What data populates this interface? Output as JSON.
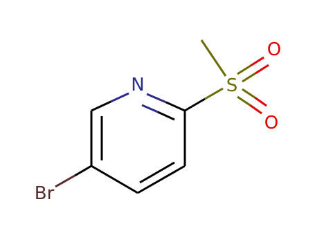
{
  "molecule": {
    "atoms": {
      "nitrogen": "N",
      "sulfur": "S",
      "oxygen_top": "O",
      "oxygen_bottom": "O",
      "bromine": "Br"
    }
  },
  "colors": {
    "bond": "#000000",
    "nitrogen": "#2b2b8c",
    "sulfur": "#6b6b00",
    "oxygen": "#e00000",
    "bromine": "#5a2a2a"
  }
}
